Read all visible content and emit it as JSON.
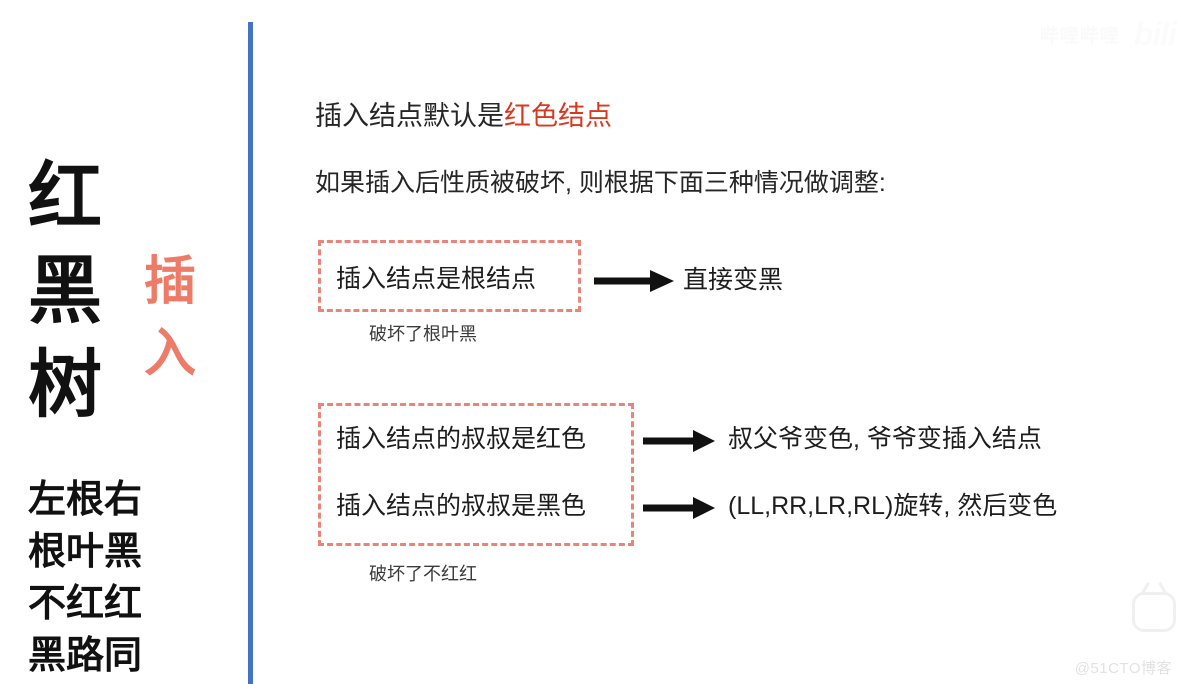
{
  "slide": {
    "background_color": "#ffffff",
    "divider_color": "#4472C4"
  },
  "left_panel": {
    "title": "红\n黑\n树",
    "vertical_accent": "插\n入",
    "vertical_accent_color": "#ED7B68",
    "mnemonic": "左根右\n根叶黑\n不红红\n黑路同"
  },
  "main": {
    "headline_prefix": "插入结点默认是",
    "headline_accent": "红色结点",
    "accent_color": "#D9381E",
    "subhead": "如果插入后性质被破坏, 则根据下面三种情况做调整:",
    "box_border_color": "#E8857A",
    "rules": [
      {
        "condition": "插入结点是根结点",
        "arrow": "arrow-right-icon",
        "result": "直接变黑",
        "caption": "破坏了根叶黑"
      },
      {
        "condition": "插入结点的叔叔是红色",
        "arrow": "arrow-right-icon",
        "result": "叔父爷变色, 爷爷变插入结点",
        "caption": "破坏了不红红"
      },
      {
        "condition": "插入结点的叔叔是黑色",
        "arrow": "arrow-right-icon",
        "result": "(LL,RR,LR,RL)旋转, 然后变色",
        "caption": ""
      }
    ]
  },
  "watermarks": {
    "top_text": "哔哩哔哩",
    "top_logo": "bili",
    "bottom_text": "@51CTO博客"
  }
}
